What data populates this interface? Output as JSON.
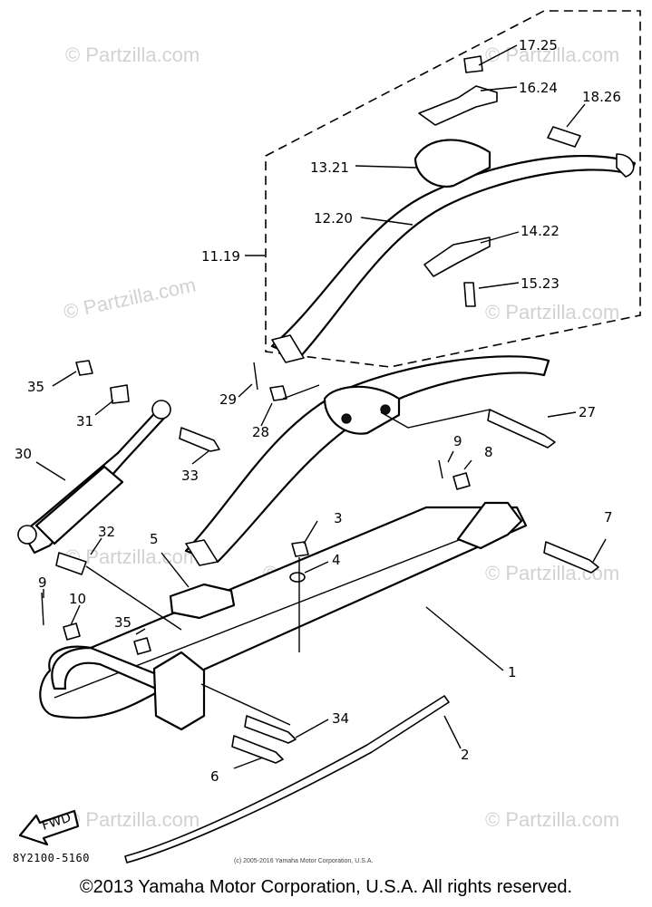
{
  "diagram": {
    "callouts": [
      "17.25",
      "16.24",
      "18.26",
      "13.21",
      "12.20",
      "11.19",
      "14.22",
      "15.23",
      "35",
      "31",
      "29",
      "28",
      "27",
      "9",
      "8",
      "30",
      "33",
      "3",
      "4",
      "7",
      "32",
      "5",
      "9",
      "10",
      "35",
      "1",
      "34",
      "2",
      "6"
    ],
    "watermarks": [
      "© Partzilla.com",
      "© Partzilla.com",
      "© Partzilla.com",
      "© Partzilla.com",
      "© Partzilla.com",
      "© Partzilla.com",
      "© Partzilla.com",
      "© Partzilla.com",
      "© Partzilla.com"
    ],
    "fwd_label": "FWD",
    "diagram_code": "8Y2100-5160",
    "small_copyright": "(c) 2005-2016 Yamaha Motor Corporation, U.S.A."
  },
  "footer": {
    "copyright": "©2013 Yamaha Motor Corporation, U.S.A. All rights reserved."
  }
}
